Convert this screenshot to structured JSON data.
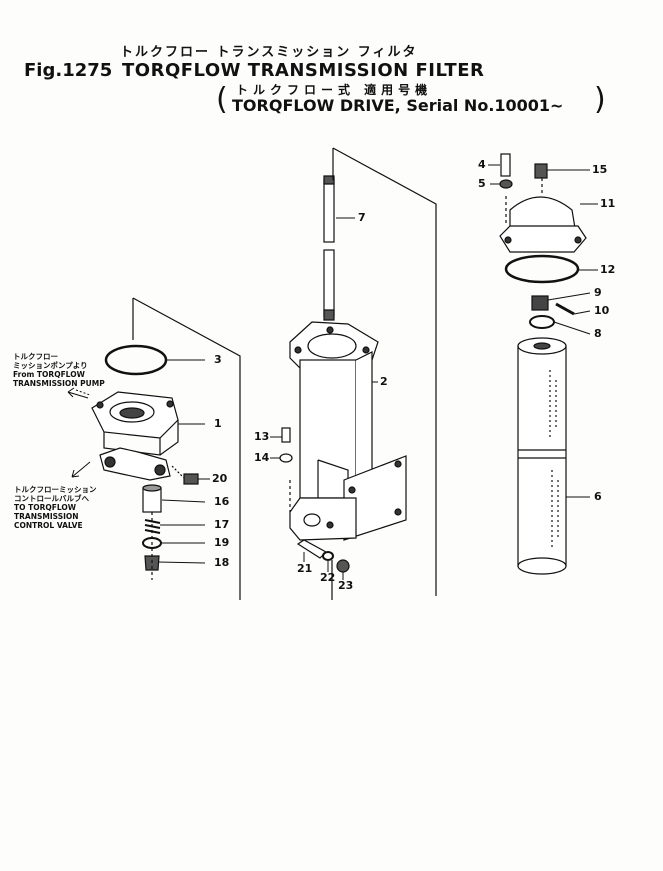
{
  "header": {
    "jp_title": "トルクフロー トランスミッション フィルタ",
    "fig_no": "Fig.1275",
    "en_title": "TORQFLOW TRANSMISSION FILTER",
    "sub_jp": "トルクフロー式 適用号機",
    "sub_en": "TORQFLOW DRIVE, Serial No.10001~",
    "paren_open": "(",
    "paren_close": ")"
  },
  "notes": {
    "pump": [
      "トルクフロー",
      "ミッションポンプより",
      "From TORQFLOW",
      "TRANSMISSION PUMP"
    ],
    "valve": [
      "トルクフローミッション",
      "コントロールバルブへ",
      "TO TORQFLOW",
      "TRANSMISSION",
      "CONTROL VALVE"
    ]
  },
  "callouts": [
    "1",
    "2",
    "3",
    "4",
    "5",
    "6",
    "7",
    "8",
    "9",
    "10",
    "11",
    "12",
    "13",
    "14",
    "15",
    "16",
    "17",
    "18",
    "19",
    "20",
    "21",
    "22",
    "23"
  ]
}
